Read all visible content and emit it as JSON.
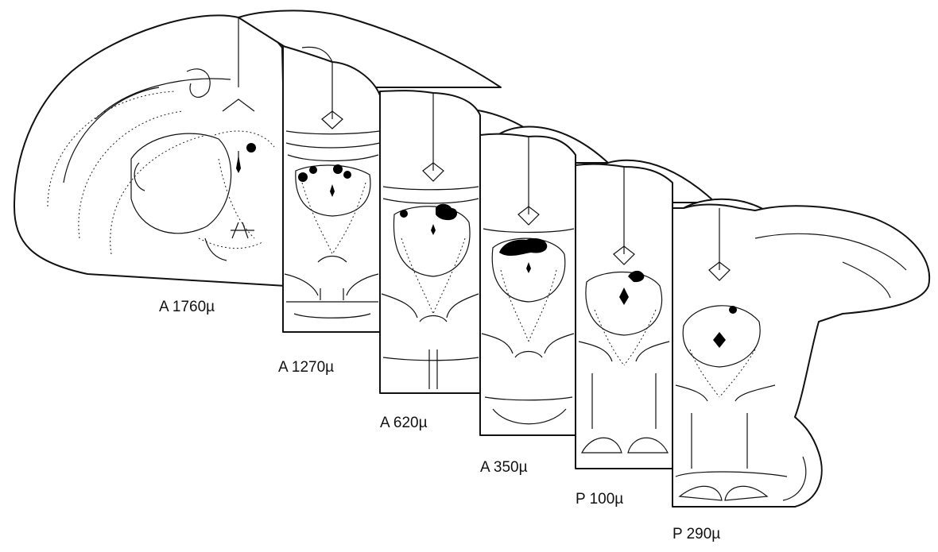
{
  "sections": [
    {
      "label": "A 1760µ"
    },
    {
      "label": "A 1270µ"
    },
    {
      "label": "A 620µ"
    },
    {
      "label": "A 350µ"
    },
    {
      "label": "P 100µ"
    },
    {
      "label": "P 290µ"
    }
  ]
}
